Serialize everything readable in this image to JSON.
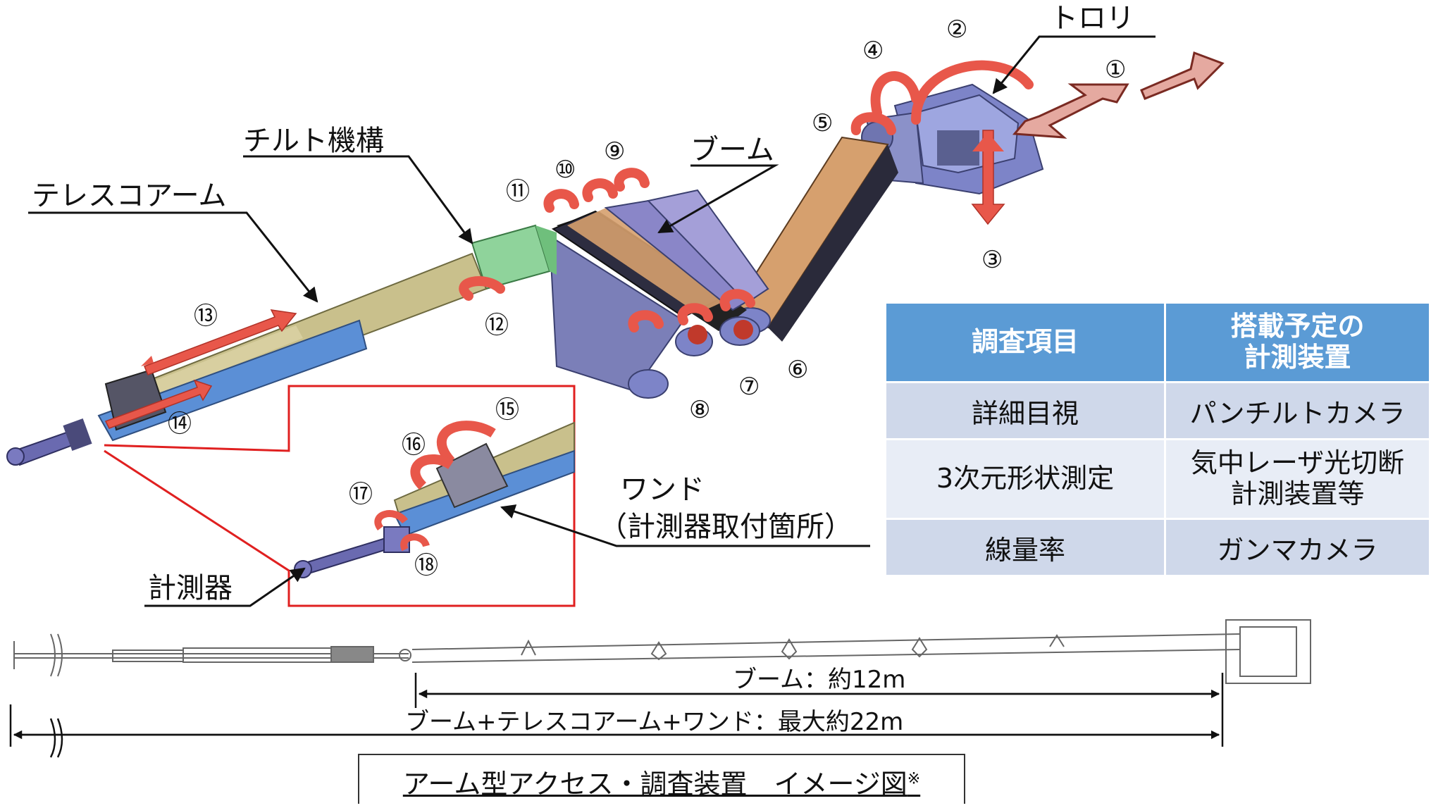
{
  "labels": {
    "trolley": "トロリ",
    "tilt": "チルト機構",
    "boom": "ブーム",
    "telescopic": "テレスコアーム",
    "wand": "ワンド",
    "wand_sub": "（計測器取付箇所）",
    "instrument": "計測器"
  },
  "numbers": [
    "①",
    "②",
    "③",
    "④",
    "⑤",
    "⑥",
    "⑦",
    "⑧",
    "⑨",
    "⑩",
    "⑪",
    "⑫",
    "⑬",
    "⑭",
    "⑮",
    "⑯",
    "⑰",
    "⑱"
  ],
  "table": {
    "headers": [
      "調査項目",
      "搭載予定の\n計測装置"
    ],
    "rows": [
      [
        "詳細目視",
        "パンチルトカメラ"
      ],
      [
        "3次元形状測定",
        "気中レーザ光切断\n計測装置等"
      ],
      [
        "線量率",
        "ガンマカメラ"
      ]
    ]
  },
  "dimensions": {
    "boom": "ブーム：約12m",
    "total": "ブーム+テレスコアーム+ワンド：最大約22m"
  },
  "caption": {
    "text": "アーム型アクセス・調査装置　イメージ図",
    "mark": "※"
  },
  "colors": {
    "header_bg": "#5b9bd5",
    "row_dark": "#cfd8ea",
    "row_light": "#e8edf6",
    "arrow_red": "#e8574a",
    "frame_red": "#e02020"
  }
}
